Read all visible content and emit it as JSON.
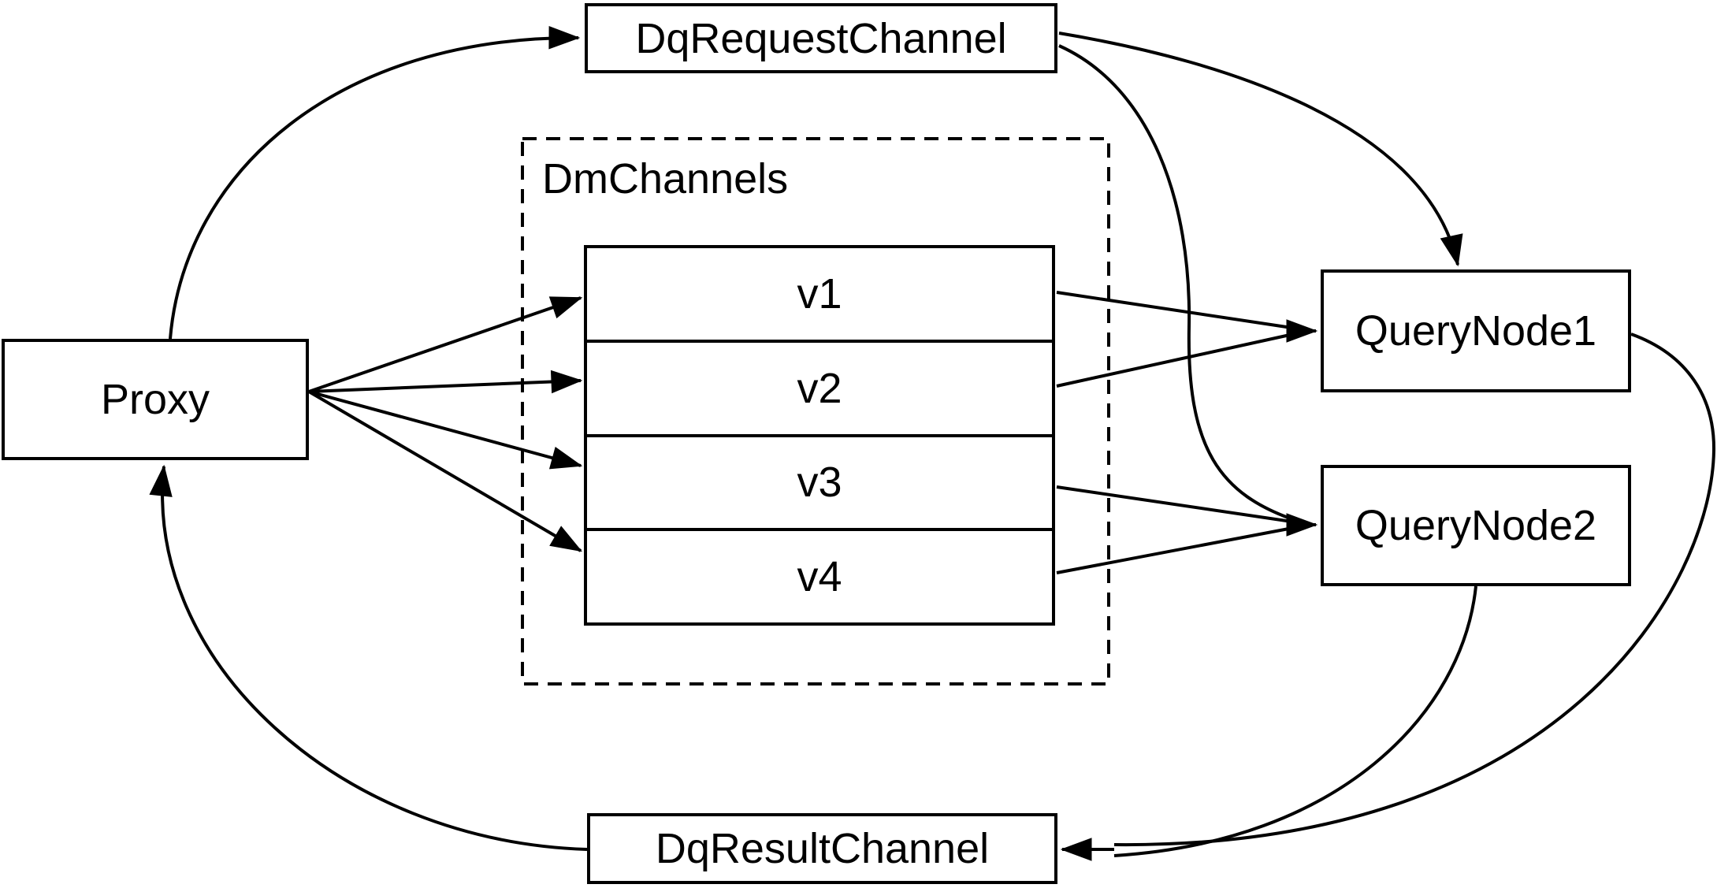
{
  "nodes": {
    "proxy": {
      "label": "Proxy"
    },
    "dq_request_channel": {
      "label": "DqRequestChannel"
    },
    "dm_channels_group": {
      "label": "DmChannels"
    },
    "channels": [
      {
        "label": "v1"
      },
      {
        "label": "v2"
      },
      {
        "label": "v3"
      },
      {
        "label": "v4"
      }
    ],
    "query_node_1": {
      "label": "QueryNode1"
    },
    "query_node_2": {
      "label": "QueryNode2"
    },
    "dq_result_channel": {
      "label": "DqResultChannel"
    }
  },
  "edges": [
    {
      "from": "Proxy",
      "to": "DqRequestChannel"
    },
    {
      "from": "Proxy",
      "to": "v1"
    },
    {
      "from": "Proxy",
      "to": "v2"
    },
    {
      "from": "Proxy",
      "to": "v3"
    },
    {
      "from": "Proxy",
      "to": "v4"
    },
    {
      "from": "v1",
      "to": "QueryNode1"
    },
    {
      "from": "v2",
      "to": "QueryNode1"
    },
    {
      "from": "v3",
      "to": "QueryNode2"
    },
    {
      "from": "v4",
      "to": "QueryNode2"
    },
    {
      "from": "DqRequestChannel",
      "to": "QueryNode1"
    },
    {
      "from": "DqRequestChannel",
      "to": "QueryNode2"
    },
    {
      "from": "QueryNode1",
      "to": "DqResultChannel"
    },
    {
      "from": "QueryNode2",
      "to": "DqResultChannel"
    },
    {
      "from": "DqResultChannel",
      "to": "Proxy"
    }
  ],
  "colors": {
    "stroke": "#000000",
    "background": "#ffffff",
    "node_fill": "#ffffff"
  }
}
